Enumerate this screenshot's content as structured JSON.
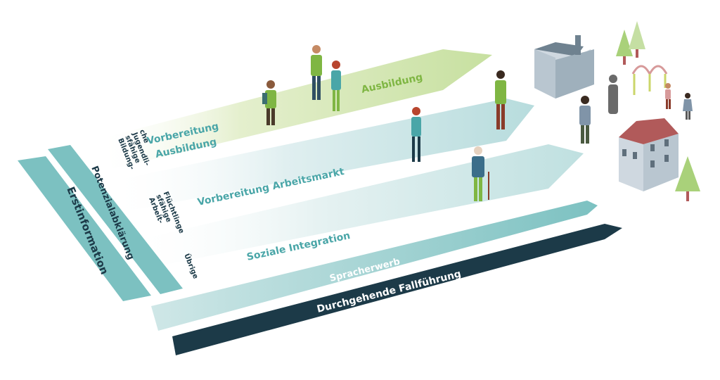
{
  "stages": {
    "erstinformation": "Erstinformation",
    "potenzialabklaerung": "Potenzialabklärung"
  },
  "groups": {
    "jugendliche": [
      "Bildung-",
      "sfähige",
      "Jugendli-",
      "che"
    ],
    "fluechtlinge": [
      "Arbeit-",
      "sfähige",
      "Flüchtlinge"
    ],
    "uebrige": "Übrige"
  },
  "tracks": {
    "vorbereitung_ausbildung": [
      "Vorbereitung",
      "Ausbildung"
    ],
    "ausbildung": "Ausbildung",
    "vorbereitung_arbeitsmarkt": "Vorbereitung Arbeitsmarkt",
    "soziale_integration": "Soziale Integration",
    "spracherwerb": "Spracherwerb",
    "fallfuehrung": "Durchgehende Fallführung"
  },
  "colors": {
    "teal": "#4aa6a8",
    "teal_light": "#a9d3d4",
    "green": "#7fb643",
    "green_light": "#cfe3a6",
    "navy": "#1c3a48",
    "stage_band": "#7cc1c1"
  }
}
